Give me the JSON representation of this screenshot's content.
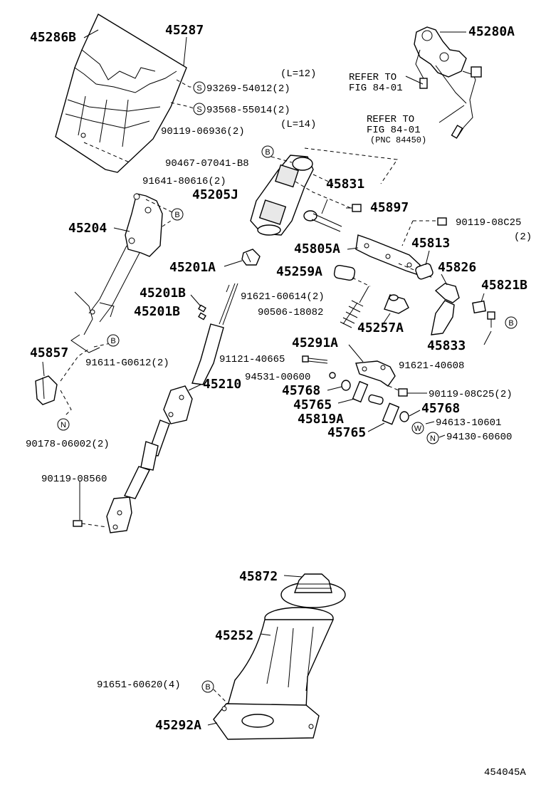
{
  "figure_id": "454045A",
  "symbols": {
    "B": "B",
    "S": "S",
    "N": "N",
    "W": "W"
  },
  "labels": {
    "p45286B": "45286B",
    "p45287": "45287",
    "p45280A": "45280A",
    "l12": "(L=12)",
    "p93269": "93269-54012(2)",
    "p93568": "93568-55014(2)",
    "refer1a": "REFER TO",
    "refer1b": "FIG 84-01",
    "refer2a": "REFER TO",
    "refer2b": "FIG 84-01",
    "refer2c": "(PNC 84450)",
    "p90119_06936": "90119-06936(2)",
    "l14": "(L=14)",
    "p90467": "90467-07041-B8",
    "p91641": "91641-80616(2)",
    "p45205J": "45205J",
    "p45831": "45831",
    "p45897": "45897",
    "p90119_08C25a": "90119-08C25",
    "p90119_08C25a_qty": "(2)",
    "p45204": "45204",
    "p45813": "45813",
    "p45805A": "45805A",
    "p45201A": "45201A",
    "p45826": "45826",
    "p45259A": "45259A",
    "p45821B": "45821B",
    "p45201B_1": "45201B",
    "p91621_60614": "91621-60614(2)",
    "p45201B_2": "45201B",
    "p90506": "90506-18082",
    "p45257A": "45257A",
    "p45833": "45833",
    "p45857": "45857",
    "p91611": "91611-G0612(2)",
    "p45291A": "45291A",
    "p91621_40608": "91621-40608",
    "p91121": "91121-40665",
    "p94531": "94531-00600",
    "p45210": "45210",
    "p45768a": "45768",
    "p90119_08C25b": "90119-08C25(2)",
    "p45765a": "45765",
    "p45768b": "45768",
    "p45819A": "45819A",
    "p94613": "94613-10601",
    "p45765b": "45765",
    "p94130": "94130-60600",
    "p90178": "90178-06002(2)",
    "p90119_08560": "90119-08560",
    "p45872": "45872",
    "p45252": "45252",
    "p91651": "91651-60620(4)",
    "p45292A": "45292A"
  }
}
